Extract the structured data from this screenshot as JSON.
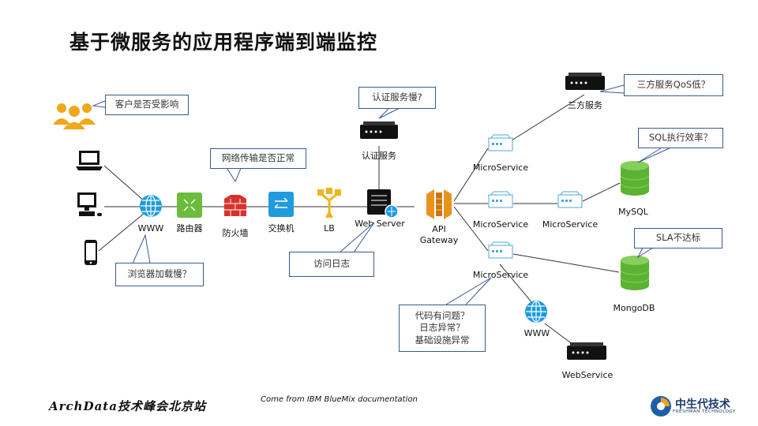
{
  "title": "基于微服务的应用程序端到端监控",
  "nodes": {
    "www_left": "WWW",
    "router": "路由器",
    "firewall": "防火墙",
    "switch": "交换机",
    "lb": "LB",
    "web_server": "Web Server",
    "auth_service": "认证服务",
    "api_gateway": "API\nGateway",
    "third_party": "三方服务",
    "microservice_top": "MicroService",
    "microservice_mid": "MicroService",
    "microservice_mid2": "MicroService",
    "microservice_low": "MicroService",
    "mysql": "MySQL",
    "mongodb": "MongoDB",
    "www_bottom": "WWW",
    "webservice": "WebService"
  },
  "callouts": {
    "customer": "客户是否受影响",
    "network": "网络传输是否正常",
    "browser": "浏览器加载慢？",
    "auth": "认证服务慢?",
    "access_log": "访问日志",
    "third_party": "三方服务QoS低？",
    "sql": "SQL执行效率？",
    "sla": "SLA不达标",
    "code_line1": "代码有问题？",
    "code_line2": "日志异常？",
    "code_line3": "基础设施异常"
  },
  "footer": {
    "brand": "ArchData技术峰会北京站",
    "source": "Come from IBM BlueMix documentation",
    "logo_text": "中生代技术",
    "logo_sub": "FRESHMAN TECHNOLOGY"
  },
  "colors": {
    "accent": "#1f9bde",
    "router": "#6cbb3c",
    "firewall": "#d9312b",
    "gateway": "#e8931e",
    "db": "#5cb332",
    "users": "#f1a71b",
    "callout_border": "#3a5a8c"
  }
}
